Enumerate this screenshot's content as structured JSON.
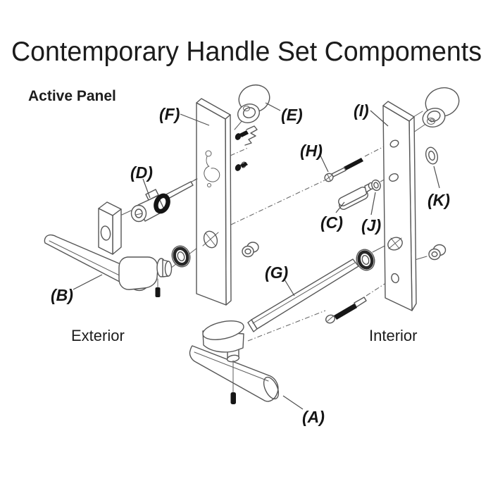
{
  "title": "Contemporary Handle Set Compoments",
  "panel": {
    "label": "Active Panel"
  },
  "sides": {
    "exterior": "Exterior",
    "interior": "Interior"
  },
  "labels": {
    "A": "(A)",
    "B": "(B)",
    "C": "(C)",
    "D": "(D)",
    "E": "(E)",
    "F": "(F)",
    "G": "(G)",
    "H": "(H)",
    "I": "(I)",
    "J": "(J)",
    "K": "(K)"
  }
}
